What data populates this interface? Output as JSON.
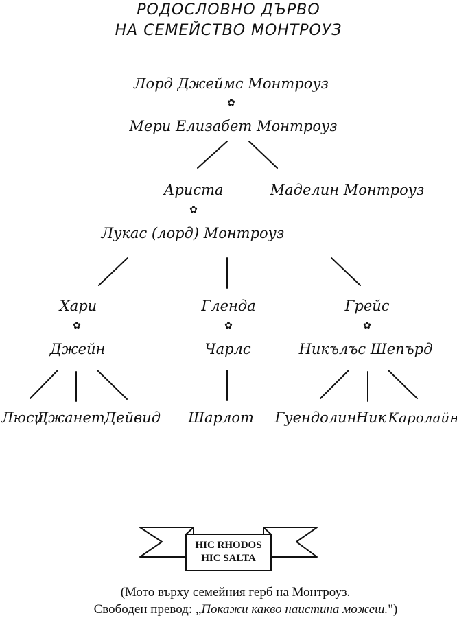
{
  "title": {
    "line1": "РОДОСЛОВНО ДЪРВО",
    "line2": "НА СЕМЕЙСТВО МОНТРОУЗ"
  },
  "marriage_symbol": "✿",
  "tree": {
    "gen1": {
      "husband": "Лорд Джеймс Монтроуз",
      "wife": "Мери Елизабет Монтроуз"
    },
    "gen2": {
      "spouse": "Ариста",
      "daughter": "Маделин Монтроуз",
      "son": "Лукас (лорд) Монтроуз"
    },
    "gen3": {
      "harry": "Хари",
      "jane": "Джейн",
      "glenda": "Гленда",
      "charles": "Чарлс",
      "grace": "Грейс",
      "nicholas": "Никълъс Шепърд"
    },
    "gen4": {
      "lucy": "Люси",
      "janet": "Джанет",
      "david": "Дейвид",
      "charlotte": "Шарлот",
      "gwendolyn": "Гуендолин",
      "nick": "Ник",
      "caroline": "Каролайн"
    }
  },
  "banner": {
    "line1": "HIC RHODOS",
    "line2": "HIC SALTA"
  },
  "caption": {
    "line1": "(Мото върху семейния герб на Монтроуз.",
    "line2_prefix": "Свободен превод: „",
    "line2_quote": "Покажи какво наистина можеш.",
    "line2_suffix": "\")"
  }
}
